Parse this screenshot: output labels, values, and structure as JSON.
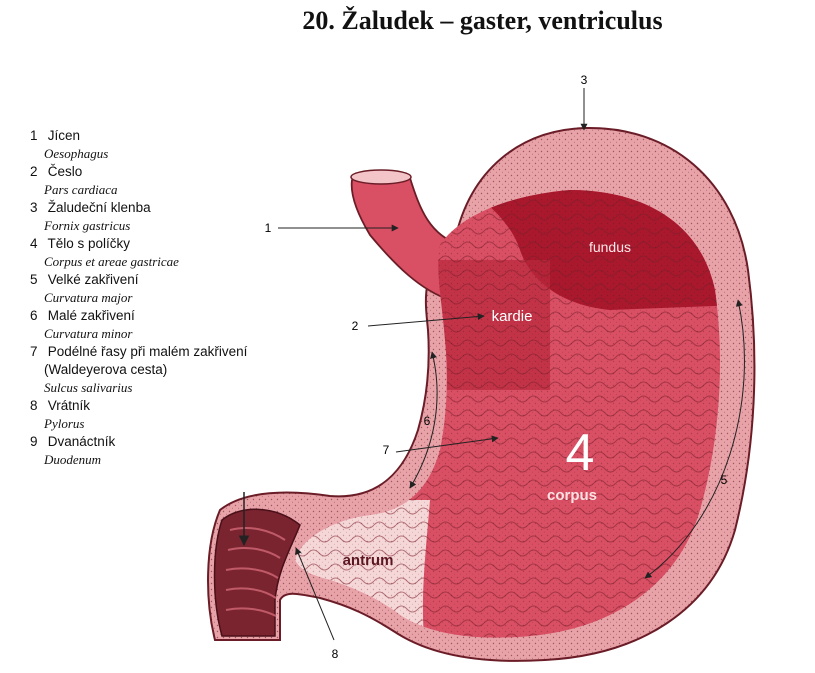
{
  "title": "20. Žaludek – gaster, ventriculus",
  "legend": [
    {
      "num": "1",
      "cz": "Jícen",
      "lat": "Oesophagus"
    },
    {
      "num": "2",
      "cz": "Česlo",
      "lat": "Pars cardiaca"
    },
    {
      "num": "3",
      "cz": "Žaludeční klenba",
      "lat": "Fornix gastricus"
    },
    {
      "num": "4",
      "cz": "Tělo s políčky",
      "lat": "Corpus et areae gastricae"
    },
    {
      "num": "5",
      "cz": "Velké zakřivení",
      "lat": "Curvatura major"
    },
    {
      "num": "6",
      "cz": "Malé zakřivení",
      "lat": "Curvatura minor"
    },
    {
      "num": "7",
      "cz": "Podélné řasy při malém zakřivení",
      "cz2": "(Waldeyerova cesta)",
      "lat": "Sulcus salivarius"
    },
    {
      "num": "8",
      "cz": "Vrátník",
      "lat": "Pylorus"
    },
    {
      "num": "9",
      "cz": "Dvanáctník",
      "lat": "Duodenum"
    }
  ],
  "regions": {
    "fundus": "fundus",
    "kardie": "kardie",
    "corpus": "corpus",
    "antrum": "antrum",
    "big_number": "4"
  },
  "callouts": {
    "n1": "1",
    "n2": "2",
    "n3": "3",
    "n5": "5",
    "n6": "6",
    "n7": "7",
    "n8": "8"
  },
  "colors": {
    "outer_wall": "#e8a3a9",
    "wall_outline": "#6b1d27",
    "mucosa": "#d94f63",
    "fundus_region": "#a9182c",
    "antrum_region": "#f6d7d8",
    "duodenum": "#7a2430"
  }
}
